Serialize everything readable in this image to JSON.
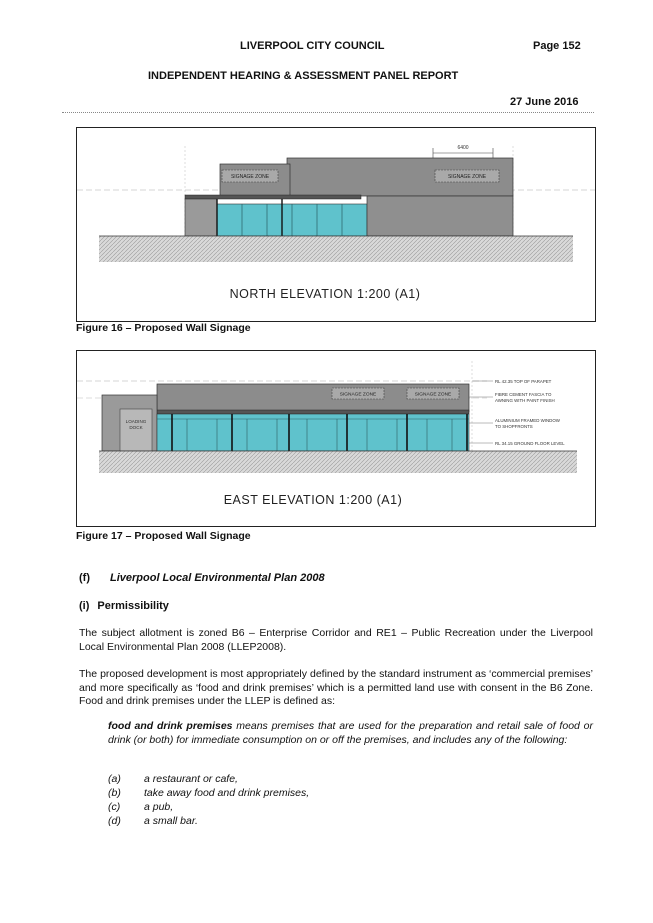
{
  "header": {
    "council": "LIVERPOOL CITY COUNCIL",
    "page": "Page 152",
    "report": "INDEPENDENT HEARING & ASSESSMENT PANEL REPORT",
    "date": "27 June 2016"
  },
  "figure16": {
    "drawing_title": "NORTH ELEVATION 1:200 (A1)",
    "signage_left": "SIGNAGE ZONE",
    "signage_right": "SIGNAGE ZONE",
    "dimension": "6400",
    "caption": "Figure 16 – Proposed Wall Signage"
  },
  "figure17": {
    "drawing_title": "EAST ELEVATION 1:200 (A1)",
    "signage_left": "SIGNAGE ZONE",
    "signage_right": "SIGNAGE ZONE",
    "loading_dock": [
      "LOADING",
      "DOCK"
    ],
    "notes": [
      [
        "RL 42.35 TOP OF PARAPET"
      ],
      [
        "FIBRE CEMENT FASCIA TO",
        "AWNING WITH PAINT FINISH"
      ],
      [
        "ALUMINIUM FRAMED WINDOW",
        "TO SHOPFRONTS"
      ],
      [
        "RL 34.15 GROUND FLOOR LEVEL"
      ]
    ],
    "caption": "Figure 17 – Proposed Wall Signage"
  },
  "section": {
    "number": "(f)",
    "title": "Liverpool Local Environmental Plan 2008"
  },
  "subsection": {
    "number": "(i)",
    "title": "Permissibility"
  },
  "paragraphs": [
    "The subject allotment is zoned B6 – Enterprise Corridor and RE1 – Public Recreation under the Liverpool Local Environmental Plan 2008 (LLEP2008).",
    "The proposed development is most appropriately defined by the standard instrument  as ‘commercial premises’ and more specifically as ‘food and drink premises’ which is a permitted land use with consent in the B6 Zone. Food and drink premises under the LLEP is defined as:"
  ],
  "definition": {
    "term": "food and drink premises",
    "text": " means premises that are used for the preparation and retail sale of food or drink (or both) for immediate consumption on or off the premises, and includes any of the following:"
  },
  "list": [
    {
      "marker": "(a)",
      "text": "a restaurant or cafe,"
    },
    {
      "marker": "(b)",
      "text": "take away food and drink premises,"
    },
    {
      "marker": "(c)",
      "text": "a pub,"
    },
    {
      "marker": "(d)",
      "text": "a small bar."
    }
  ]
}
